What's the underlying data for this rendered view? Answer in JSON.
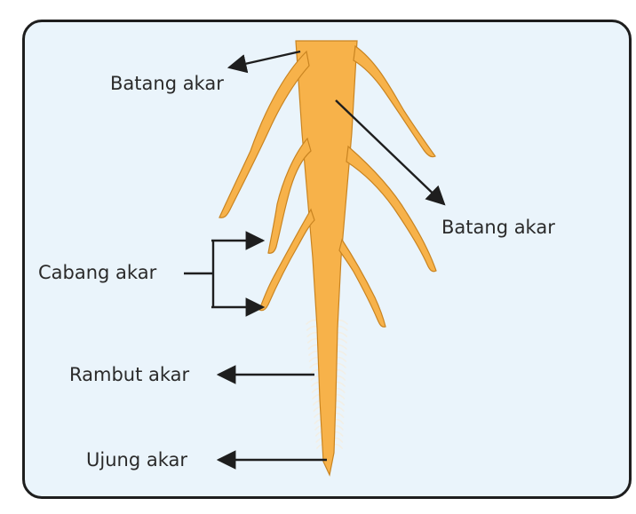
{
  "labels": {
    "batang_top": "Batang akar",
    "batang_right": "Batang akar",
    "cabang": "Cabang akar",
    "rambut": "Rambut akar",
    "ujung": "Ujung akar"
  },
  "colors": {
    "root_fill": "#f7b24a",
    "root_stroke": "#c98421",
    "background": "#eaf4fb",
    "border": "#1e1e1e",
    "text": "#2a2a2a",
    "arrow": "#1e1e1e",
    "root_hair": "#f4f1ea"
  }
}
